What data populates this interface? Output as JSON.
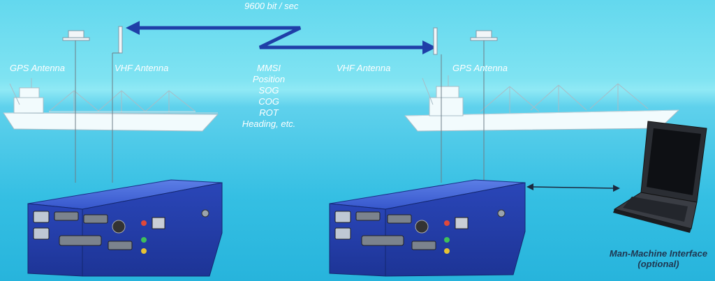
{
  "diagram": {
    "link_rate": "9600 bit / sec",
    "left_station": {
      "gps_label": "GPS Antenna",
      "vhf_label": "VHF Antenna"
    },
    "right_station": {
      "gps_label": "GPS Antenna",
      "vhf_label": "VHF Antenna"
    },
    "message_fields": [
      "MMSI",
      "Position",
      "SOG",
      "COG",
      "ROT",
      "Heading, etc."
    ],
    "mmi_label_line1": "Man-Machine Interface",
    "mmi_label_line2": "(optional)",
    "colors": {
      "link_arrow": "#1f3fa8",
      "transponder": "#2d4fc9",
      "sea": "#35bfe3",
      "sky": "#63d8ee",
      "ship": "#f2fbfd"
    }
  }
}
